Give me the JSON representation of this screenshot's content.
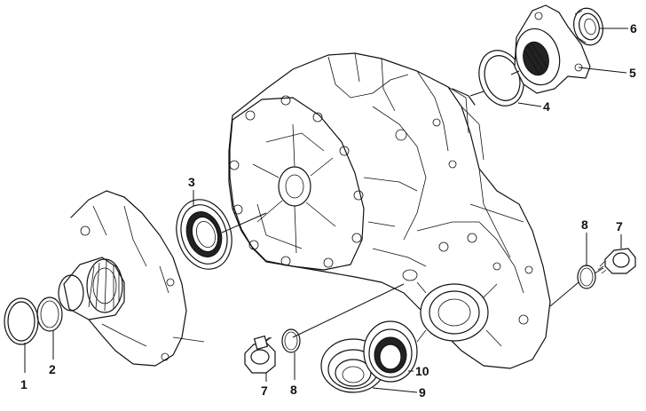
{
  "callouts": [
    {
      "id": "c1",
      "label": "1"
    },
    {
      "id": "c2",
      "label": "2"
    },
    {
      "id": "c3",
      "label": "3"
    },
    {
      "id": "c4",
      "label": "4"
    },
    {
      "id": "c5",
      "label": "5"
    },
    {
      "id": "c6",
      "label": "6"
    },
    {
      "id": "c7a",
      "label": "7"
    },
    {
      "id": "c7b",
      "label": "7"
    },
    {
      "id": "c8a",
      "label": "8"
    },
    {
      "id": "c8b",
      "label": "8"
    },
    {
      "id": "c9",
      "label": "9"
    },
    {
      "id": "c10",
      "label": "10"
    }
  ]
}
